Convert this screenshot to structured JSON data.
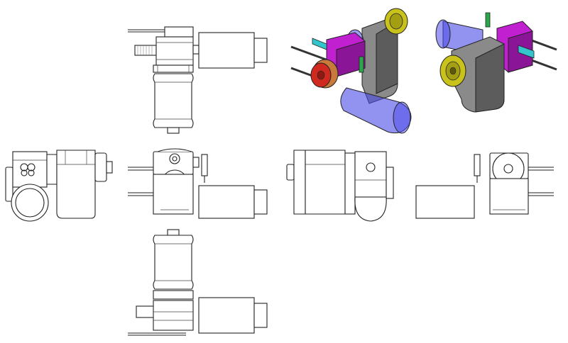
{
  "colors": {
    "background": "#ffffff",
    "line": "#222222",
    "gray_body": "#8a8a8a",
    "gray_dark": "#5c5c5c",
    "yellow": "#c9c21a",
    "magenta": "#c020d0",
    "magenta_dark": "#8a1596",
    "blue_translucent": "#4a4ae8",
    "cyan": "#33c4cc",
    "green": "#2aa84a",
    "red": "#d02a20",
    "orange": "#c87a3a"
  },
  "views": [
    {
      "name": "top-view",
      "kind": "orthographic"
    },
    {
      "name": "front-view",
      "kind": "orthographic"
    },
    {
      "name": "left-view",
      "kind": "orthographic"
    },
    {
      "name": "right-view",
      "kind": "orthographic"
    },
    {
      "name": "back-view",
      "kind": "orthographic"
    },
    {
      "name": "bottom-view",
      "kind": "orthographic"
    },
    {
      "name": "isometric-view-1",
      "kind": "shaded"
    },
    {
      "name": "isometric-view-2",
      "kind": "shaded"
    }
  ]
}
